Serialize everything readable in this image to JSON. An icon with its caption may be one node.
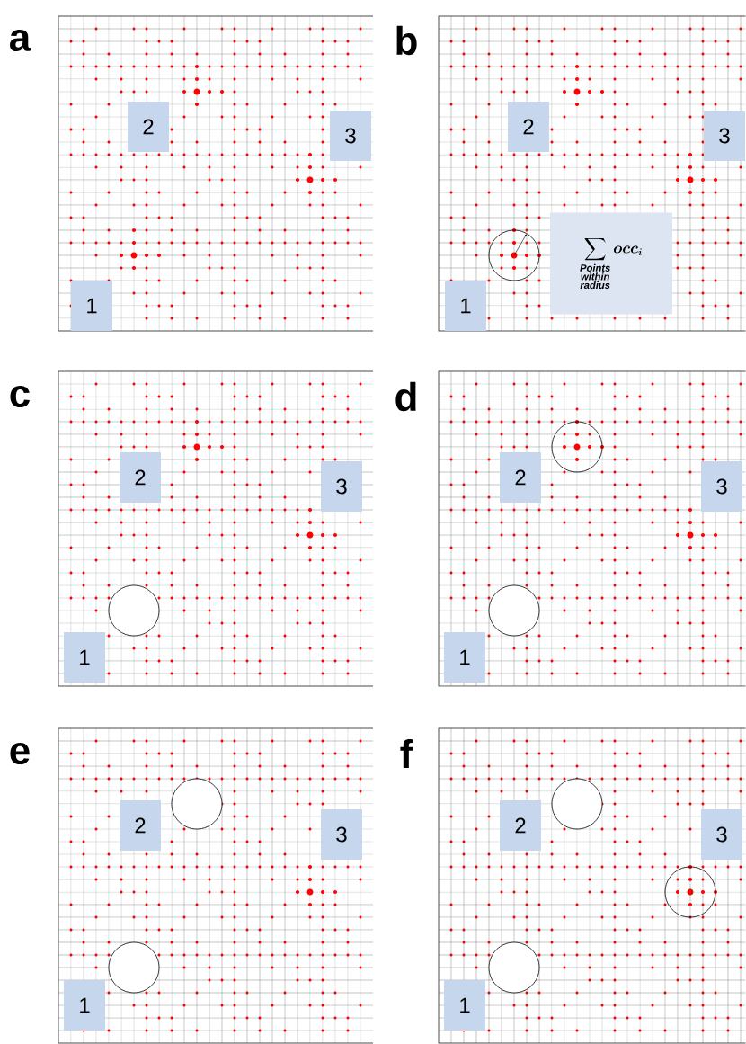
{
  "diagram": {
    "nodes": [
      {
        "text": [
          "2"
        ]
      },
      {
        "text": [
          "3"
        ]
      },
      {
        "text": [
          "1"
        ]
      },
      {
        "text": [
          "2"
        ]
      },
      {
        "text": [
          "3"
        ]
      },
      {
        "text": [
          "\\sum_{\\substack{\\textbf{\\textit{Points}}\\\\ \\textbf{\\textit{within}}\\\\ \\textbf{\\textit{radius}}}} \\boldsymbol{occ_i}"
        ]
      },
      {
        "text": [
          "1"
        ]
      },
      {
        "text": [
          "2"
        ]
      },
      {
        "text": [
          "3"
        ]
      },
      {
        "text": [
          "1"
        ]
      },
      {
        "text": [
          "2"
        ]
      },
      {
        "text": [
          "3"
        ]
      },
      {
        "text": [
          "1"
        ]
      },
      {
        "text": [
          "2"
        ]
      },
      {
        "text": [
          "3"
        ]
      },
      {
        "text": [
          "1"
        ]
      },
      {
        "text": [
          "2"
        ]
      },
      {
        "text": [
          "3"
        ]
      },
      {
        "text": [
          "1"
        ]
      }
    ],
    "labels": [
      "a",
      "b",
      "c",
      "d",
      "e",
      "f"
    ]
  }
}
